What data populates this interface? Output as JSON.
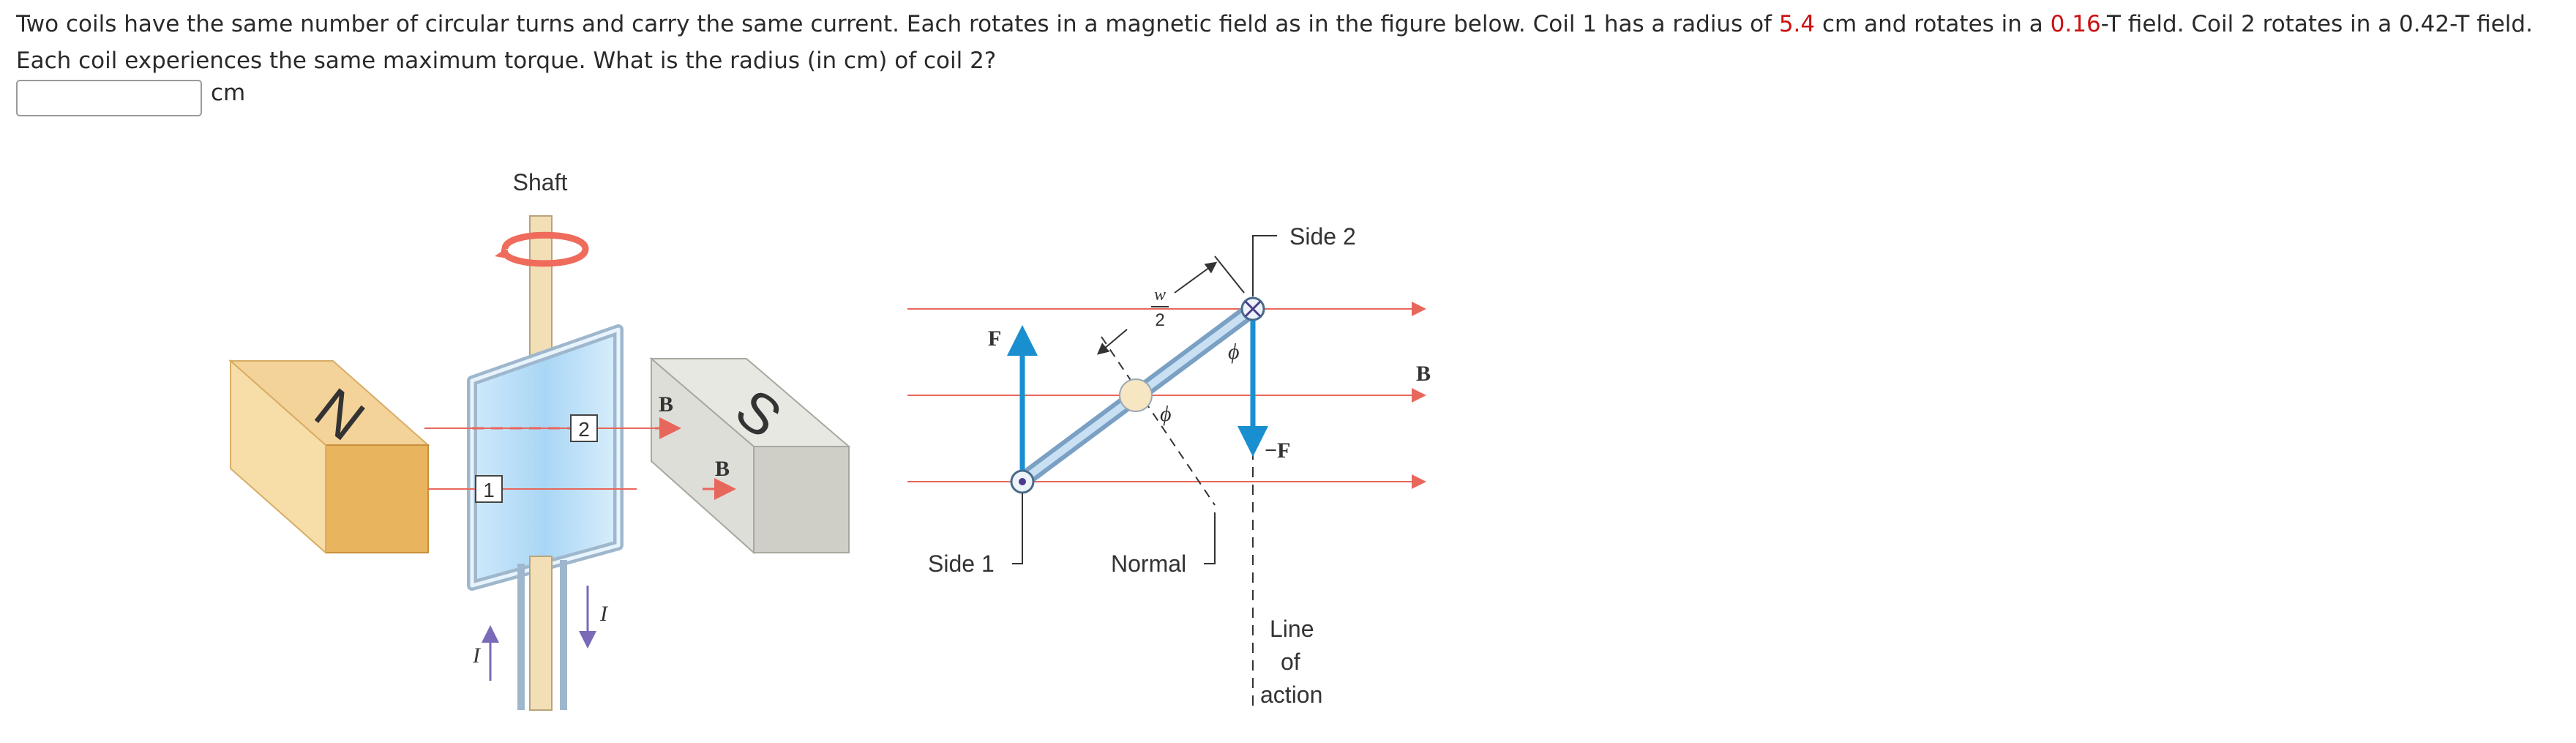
{
  "question": {
    "t1": "Two coils have the same number of circular turns and carry the same current. Each rotates in a magnetic field as in the figure below. Coil 1 has a radius of ",
    "radius1": "5.4",
    "t2": " cm and rotates in a ",
    "field1": "0.16",
    "t3": "-T field. Coil 2 rotates in a 0.42-T field. Each coil experiences the same maximum torque. What is the radius (in cm) of coil 2?"
  },
  "answer": {
    "value": "",
    "unit": "cm"
  },
  "colors": {
    "highlight": "#cc1111",
    "field_line": "#e8675c",
    "force_arrow": "#1a8fd0"
  },
  "figure_left": {
    "shaft_label": "Shaft",
    "magnet_n": "N",
    "magnet_s": "S",
    "field_label_top": "B",
    "field_label_mid": "B",
    "coil1_label": "1",
    "coil2_label": "2",
    "current_label_left": "I",
    "current_label_right": "I"
  },
  "figure_right": {
    "side2_label": "Side 2",
    "side1_label": "Side 1",
    "normal_label": "Normal",
    "force_label": "F",
    "neg_force_label": "−F",
    "field_label": "B",
    "phi_label_1": "ϕ",
    "phi_label_2": "ϕ",
    "width_num": "w",
    "width_den": "2",
    "line_label": "Line",
    "of_label": "of",
    "action_label": "action"
  }
}
